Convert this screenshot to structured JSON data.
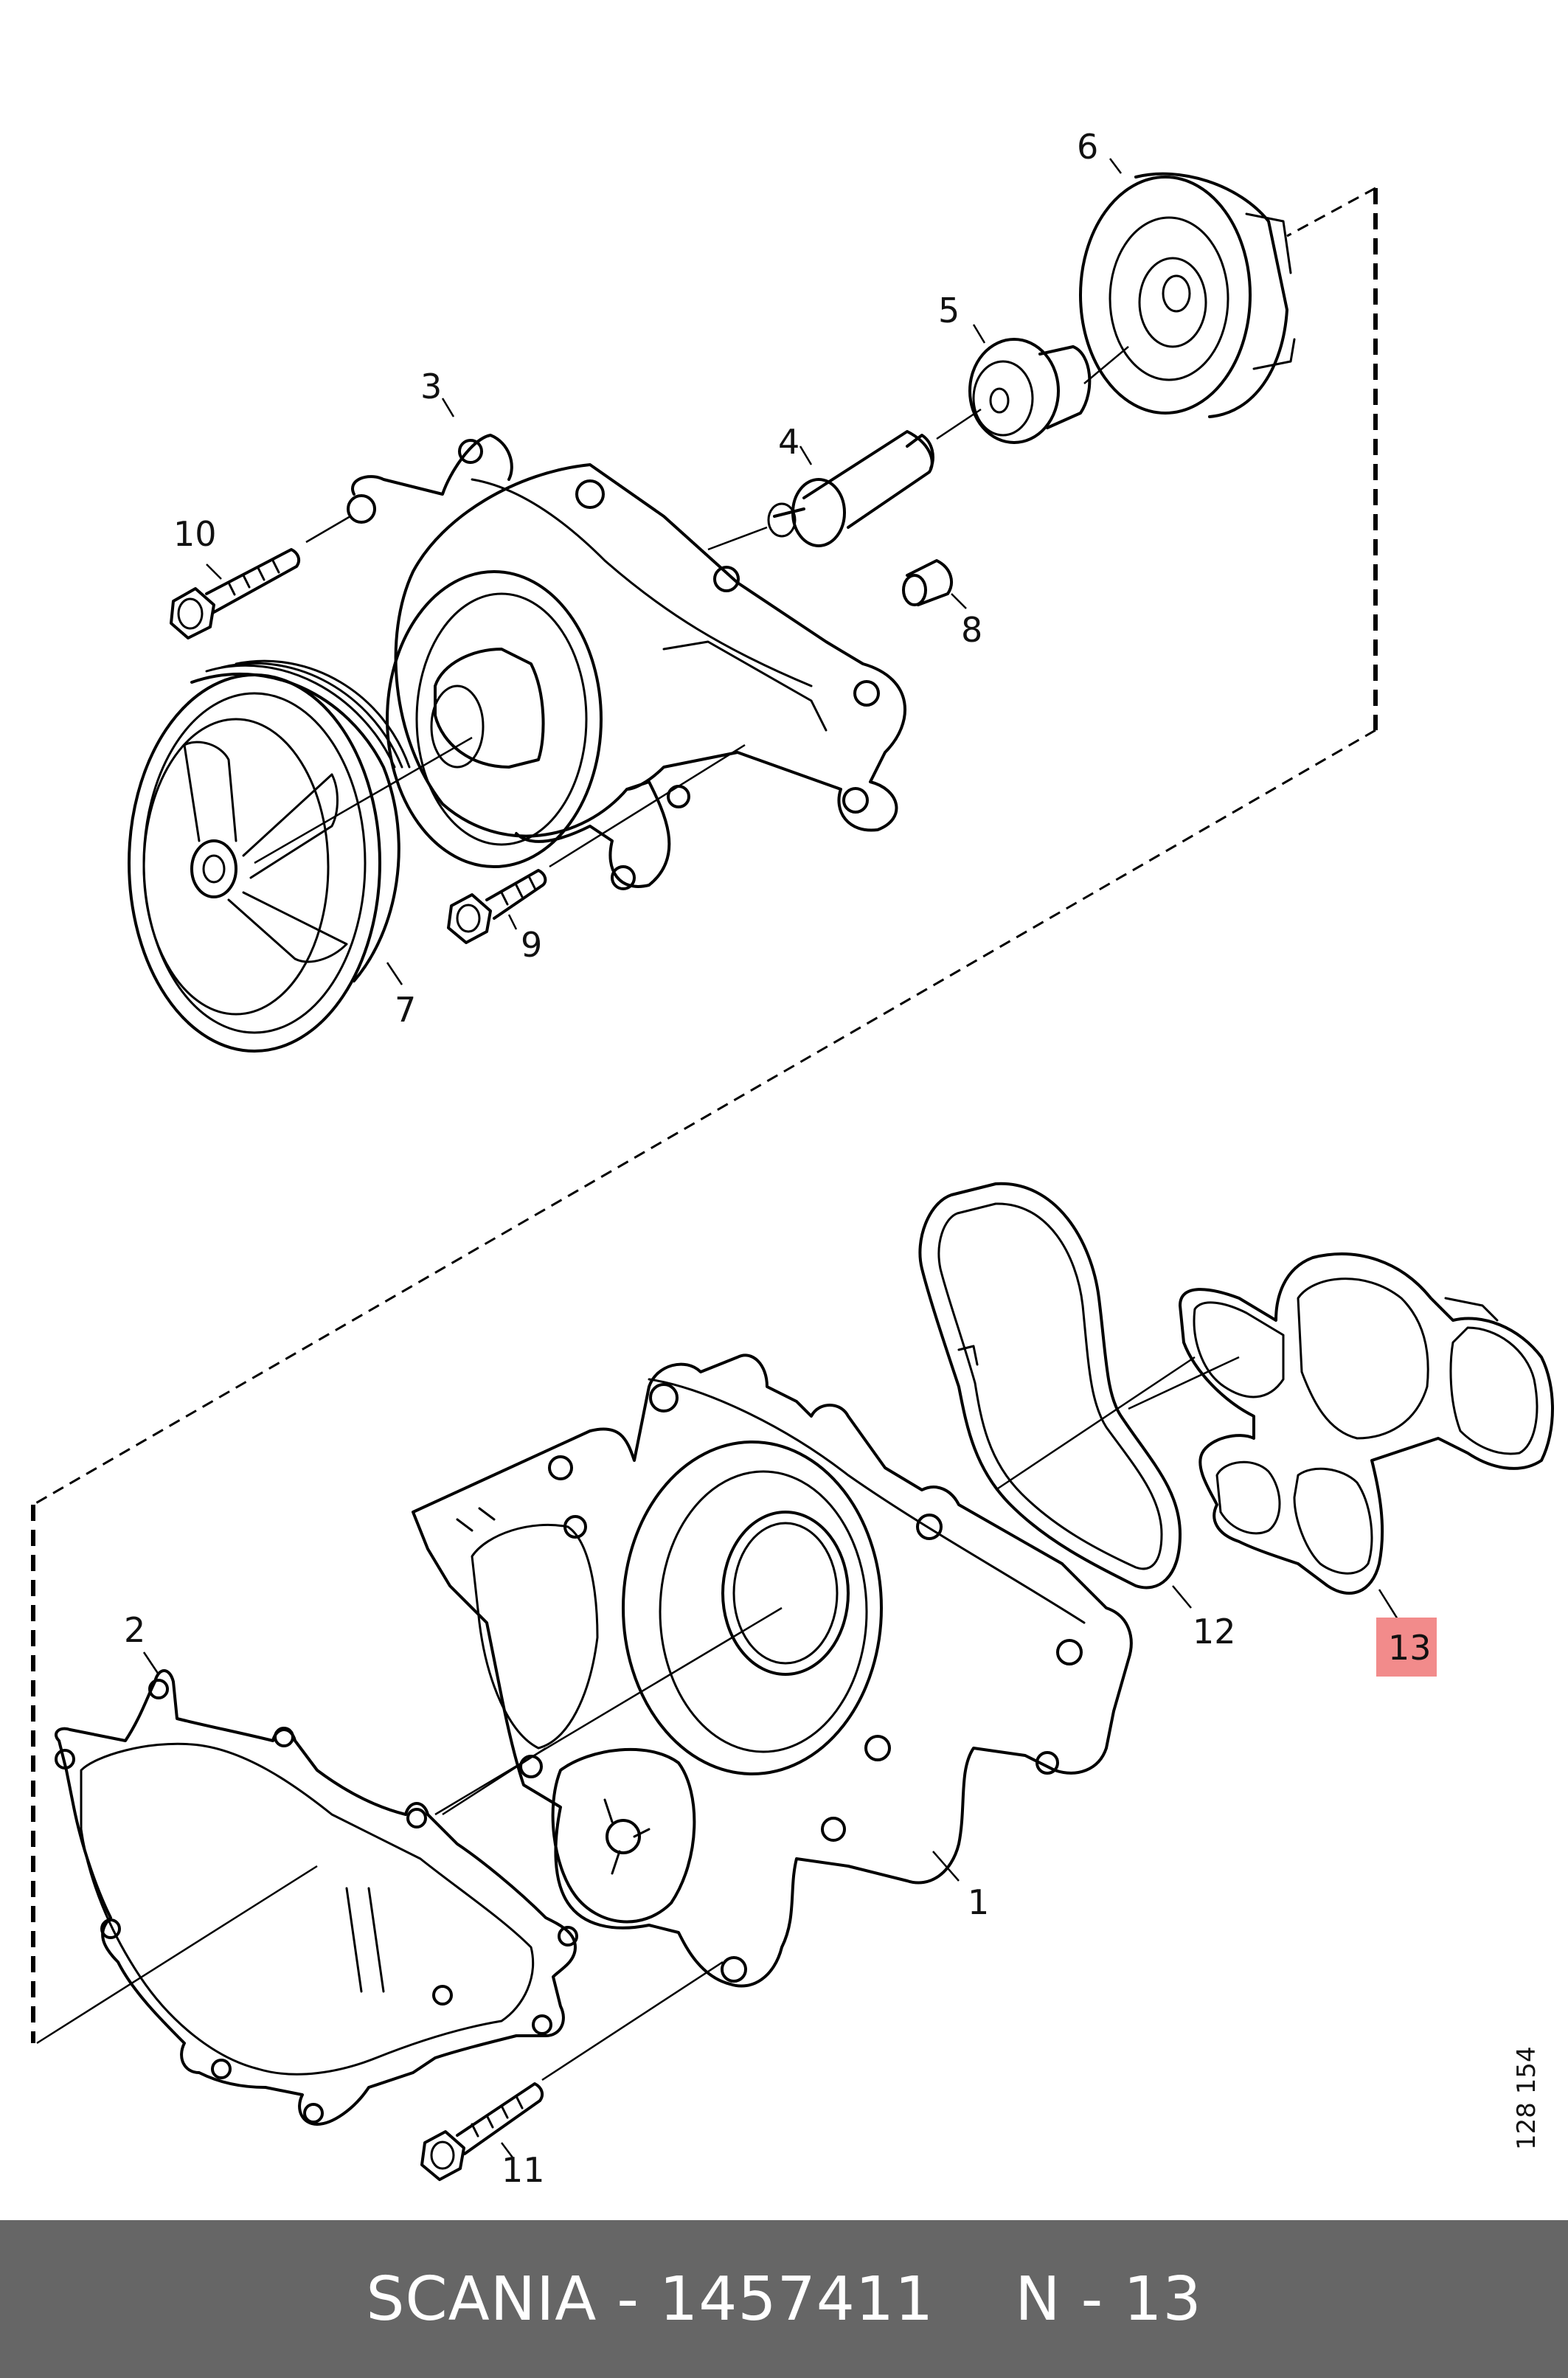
{
  "callouts": [
    "1",
    "2",
    "3",
    "4",
    "5",
    "6",
    "7",
    "8",
    "9",
    "10",
    "11",
    "12",
    "13"
  ],
  "highlighted_callout": "13",
  "reference_number": "128 154",
  "footer": {
    "brand_part": "SCANIA - 1457411",
    "position": "N - 13"
  },
  "colors": {
    "highlight": "#f28b8b",
    "footer_bg": "#666666",
    "footer_text": "#ffffff"
  }
}
